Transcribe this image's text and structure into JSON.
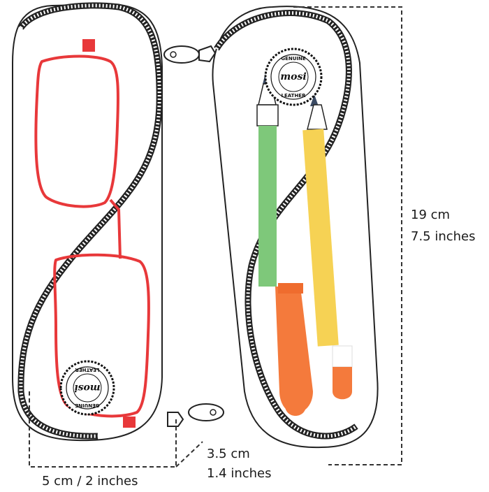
{
  "stamp": {
    "top_text": "GENUINE",
    "brand": "mosi",
    "bottom_text": "LEATHER"
  },
  "dimensions": {
    "height_cm": "19 cm",
    "height_in": "7.5 inches",
    "depth_cm": "3.5 cm",
    "depth_in": "1.4 inches",
    "width": "5 cm / 2 inches"
  },
  "colors": {
    "outline": "#222222",
    "dashed_line": "#333333",
    "glasses_frame": "#e8383a",
    "pen_green": "#7ec87a",
    "pen_orange": "#f47a3c",
    "pencil_yellow": "#f6d254",
    "stamp_text": "#111111"
  }
}
